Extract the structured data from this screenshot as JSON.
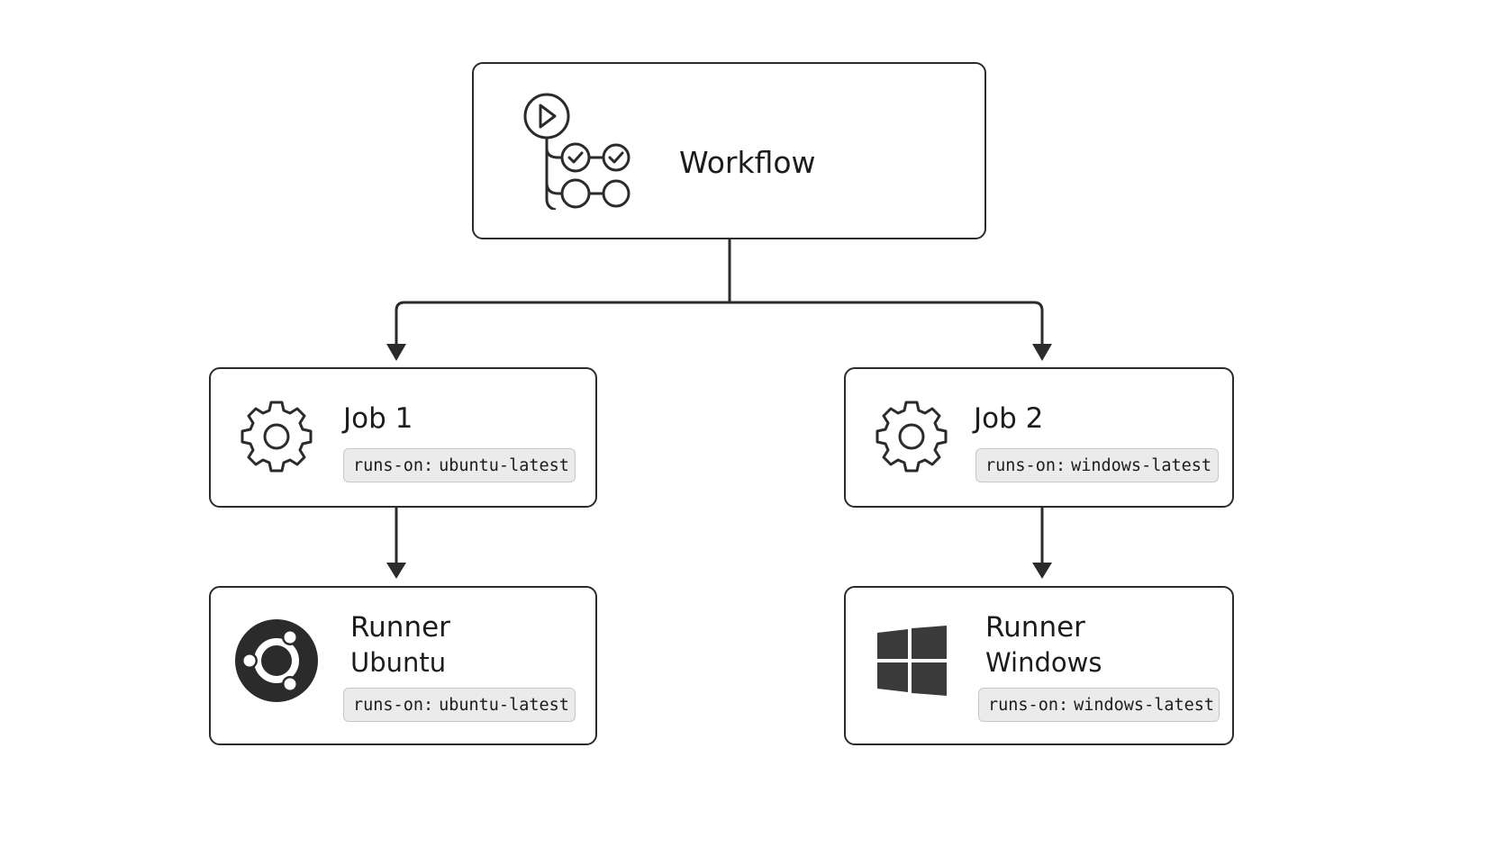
{
  "workflow": {
    "title": "Workflow",
    "icon": "workflow-run-icon"
  },
  "jobs": [
    {
      "title": "Job 1",
      "icon": "gear-icon",
      "runs_on_key": "runs-on:",
      "runs_on_value": "ubuntu-latest"
    },
    {
      "title": "Job 2",
      "icon": "gear-icon",
      "runs_on_key": "runs-on:",
      "runs_on_value": "windows-latest"
    }
  ],
  "runners": [
    {
      "title": "Runner",
      "os": "Ubuntu",
      "icon": "ubuntu-logo-icon",
      "runs_on_key": "runs-on:",
      "runs_on_value": "ubuntu-latest"
    },
    {
      "title": "Runner",
      "os": "Windows",
      "icon": "windows-logo-icon",
      "runs_on_key": "runs-on:",
      "runs_on_value": "windows-latest"
    }
  ],
  "colors": {
    "stroke": "#2b2b2b",
    "badge_bg": "#ebebeb",
    "icon_fill": "#2b2b2b"
  }
}
